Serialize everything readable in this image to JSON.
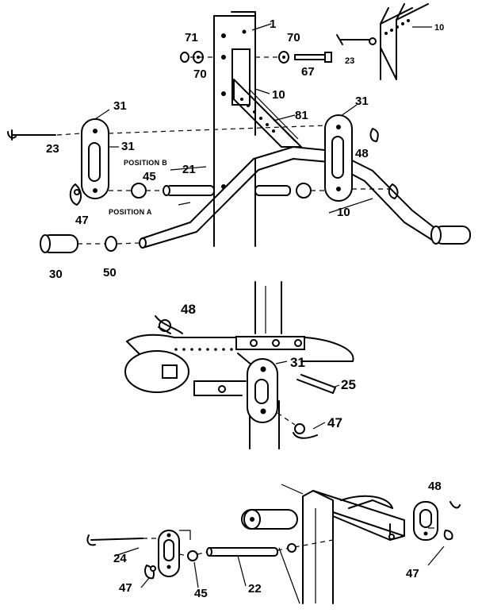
{
  "callouts": {
    "top": {
      "n1": "1",
      "n71": "71",
      "n70a": "70",
      "n70b": "70",
      "n67": "67",
      "n10a": "10",
      "n23a": "23",
      "n10b": "10",
      "n31a": "31",
      "n31b": "31",
      "n81": "81",
      "n31c": "31",
      "n23b": "23",
      "n48": "48",
      "n45": "45",
      "n21": "21",
      "n47": "47",
      "n10c": "10",
      "n30": "30",
      "n50": "50"
    },
    "middle": {
      "n48": "48",
      "n31": "31",
      "n25": "25",
      "n47": "47"
    },
    "bottom": {
      "n48": "48",
      "n24": "24",
      "n47a": "47",
      "n45": "45",
      "n22": "22",
      "n47b": "47"
    }
  },
  "captions": {
    "position_b": "POSITION B",
    "position_a": "POSITION A"
  }
}
